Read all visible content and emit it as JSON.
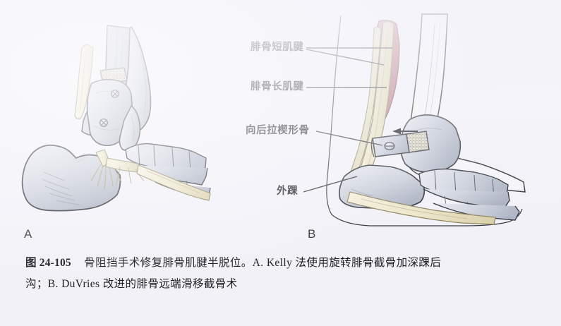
{
  "figure": {
    "number_label": "图 24-105",
    "caption_line_1": "骨阻挡手术修复腓骨肌腱半脱位。A. Kelly 法使用旋转腓骨截骨加深踝后",
    "caption_line_2": "沟；B. DuVries 改进的腓骨远端滑移截骨术",
    "caption_full": "图 24-105 骨阻挡手术修复腓骨肌腱半脱位。A. Kelly 法使用旋转腓骨截骨加深踝后沟；B. DuVries 改进的腓骨远端滑移截骨术"
  },
  "panels": [
    {
      "letter": "A",
      "description": "Kelly 法使用旋转腓骨截骨加深踝后沟"
    },
    {
      "letter": "B",
      "description": "DuVries 改进的腓骨远端滑移截骨术"
    }
  ],
  "annotations": [
    {
      "id": "peroneus-brevis-tendon",
      "text": "腓骨短肌腱"
    },
    {
      "id": "peroneus-longus-tendon",
      "text": "腓骨长肌腱"
    },
    {
      "id": "wedge-bone-pulled-posteriorly",
      "text": "向后拉楔形骨"
    },
    {
      "id": "lateral-malleolus",
      "text": "外踝"
    }
  ],
  "colors": {
    "page_background": "#f2f1f8",
    "bone_fill": "#ccd0da",
    "bone_outline": "#2f3038",
    "tendon_fill": "#ebe4c8",
    "muscle_fill": "#c98a94",
    "leader_line": "#3a3a42",
    "text": "#1e1e26",
    "arrow": "#18181e"
  }
}
